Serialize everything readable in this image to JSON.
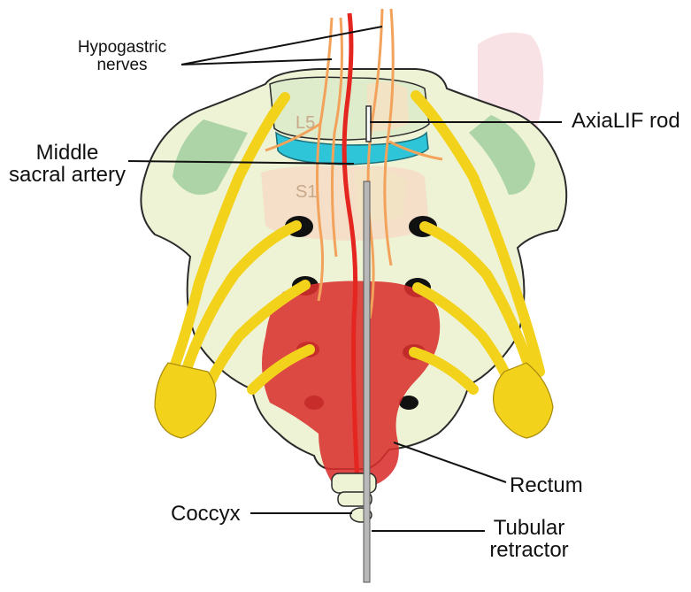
{
  "labels": {
    "hypogastric_line1": "Hypogastric",
    "hypogastric_line2": "nerves",
    "axialif_rod": "AxiaLIF rod",
    "middle_sacral_line1": "Middle",
    "middle_sacral_line2": "sacral artery",
    "rectum": "Rectum",
    "coccyx": "Coccyx",
    "tubular_line1": "Tubular",
    "tubular_line2": "retractor",
    "vertebra_l5": "L5",
    "vertebra_s1": "S1"
  },
  "colors": {
    "bone": "#eef3d6",
    "bone_outline": "#2a2a2a",
    "bone_shadow": "#9ccc9a",
    "nerve_yellow": "#f3d21c",
    "nerve_orange": "#f2a25a",
    "artery_red": "#e52520",
    "rectum_red": "#d9302e",
    "disc_cyan": "#2ec5d8",
    "rod_gray": "#b8b8b8",
    "vertebral_body": "#f5ddc8",
    "foramen_green": "#1e8a3a",
    "pink_bg": "#f7d6dc"
  }
}
